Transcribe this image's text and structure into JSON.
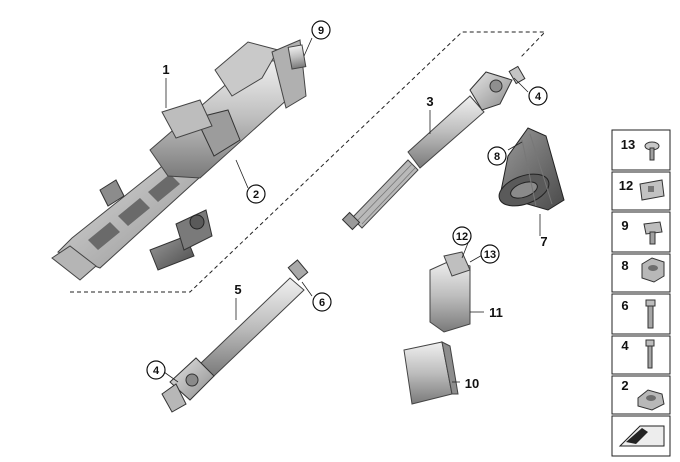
{
  "callouts": {
    "c9": "9",
    "c2": "2",
    "c4a": "4",
    "c8": "8",
    "c6": "6",
    "c4b": "4",
    "c12": "12",
    "c13": "13"
  },
  "plain_labels": {
    "l1": "1",
    "l3": "3",
    "l5": "5",
    "l7": "7",
    "l10": "10",
    "l11": "11"
  },
  "side_panel": {
    "items": [
      "13",
      "12",
      "9",
      "8",
      "6",
      "4",
      "2"
    ]
  },
  "colors": {
    "metal_light": "#d9d9d9",
    "metal_mid": "#a8a8a8",
    "metal_dark": "#6e6e6e",
    "line": "#222222"
  }
}
